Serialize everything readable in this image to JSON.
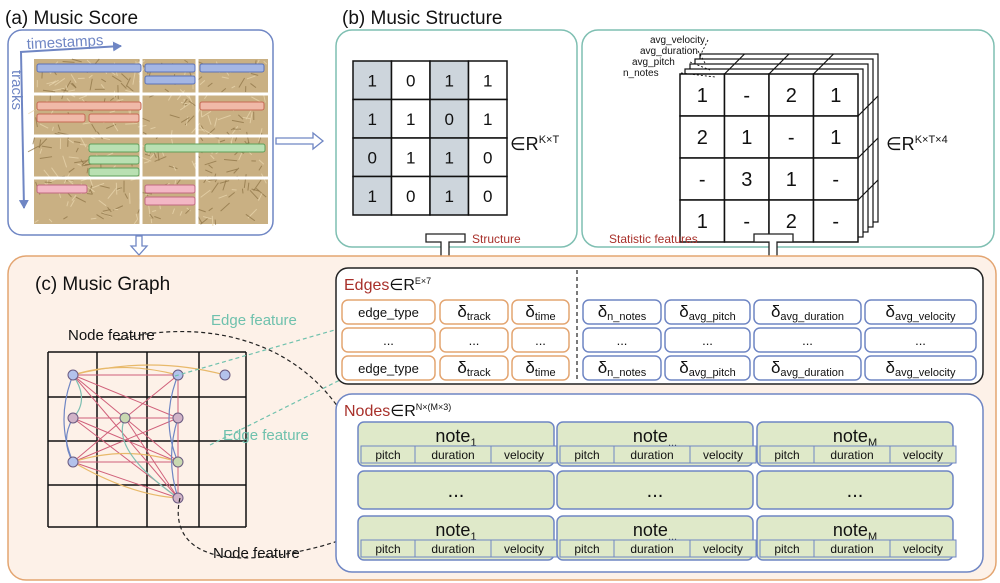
{
  "panel_a": {
    "title": "(a) Music Score",
    "x_axis_label": "timestamps",
    "y_axis_label": "tracks"
  },
  "panel_b": {
    "title": "(b) Music Structure",
    "matrix": [
      [
        "1",
        "0",
        "1",
        "1"
      ],
      [
        "1",
        "1",
        "0",
        "1"
      ],
      [
        "0",
        "1",
        "1",
        "0"
      ],
      [
        "1",
        "0",
        "1",
        "0"
      ]
    ],
    "matrix_dim": "∈R",
    "matrix_dim_sup": "K×T",
    "structure_label": "Structure",
    "stat_layers": [
      "avg_velocity",
      "avg_duration",
      "avg_pitch",
      "n_notes"
    ],
    "stat_matrix": [
      [
        "1",
        "-",
        "2",
        "1"
      ],
      [
        "2",
        "1",
        "-",
        "1"
      ],
      [
        "-",
        "3",
        "1",
        "-"
      ],
      [
        "1",
        "-",
        "2",
        "-"
      ]
    ],
    "stat_dim": "∈R",
    "stat_dim_sup": "K×T×4",
    "stat_label": "Statistic features"
  },
  "panel_c": {
    "title": "(c) Music Graph",
    "node_feature_label": "Node feature",
    "edge_feature_label": "Edge feature",
    "edges": {
      "title": "Edges",
      "dim": "∈R",
      "dim_sup": "E×7",
      "left_rows": [
        {
          "c1": "edge_type",
          "c2": "δ",
          "c2_sub": "track",
          "c3": "δ",
          "c3_sub": "time"
        },
        {
          "c1": "...",
          "c2": "...",
          "c2_sub": "",
          "c3": "...",
          "c3_sub": ""
        },
        {
          "c1": "edge_type",
          "c2": "δ",
          "c2_sub": "track",
          "c3": "δ",
          "c3_sub": "time"
        }
      ],
      "right_rows": [
        [
          {
            "t": "δ",
            "s": "n_notes"
          },
          {
            "t": "δ",
            "s": "avg_pitch"
          },
          {
            "t": "δ",
            "s": "avg_duration"
          },
          {
            "t": "δ",
            "s": "avg_velocity"
          }
        ],
        [
          {
            "t": "...",
            "s": ""
          },
          {
            "t": "...",
            "s": ""
          },
          {
            "t": "...",
            "s": ""
          },
          {
            "t": "...",
            "s": ""
          }
        ],
        [
          {
            "t": "δ",
            "s": "n_notes"
          },
          {
            "t": "δ",
            "s": "avg_pitch"
          },
          {
            "t": "δ",
            "s": "avg_duration"
          },
          {
            "t": "δ",
            "s": "avg_velocity"
          }
        ]
      ]
    },
    "nodes": {
      "title": "Nodes",
      "dim": "∈R",
      "dim_sup": "N×(M×3)",
      "note_base": "note",
      "note_subs": [
        "1",
        "...",
        "M"
      ],
      "ellipsis": "...",
      "fields": [
        "pitch",
        "duration",
        "velocity"
      ]
    }
  },
  "colors": {
    "blue_border": "#6f86c4",
    "teal_border": "#7fbfb2",
    "orange_border": "#e3a571",
    "orange_fill": "#fdf1e8",
    "green_fill": "#dfe9c9",
    "gray_cell": "#cdd5dc",
    "red_text": "#a8302a",
    "teal_text": "#6fc1ad"
  }
}
